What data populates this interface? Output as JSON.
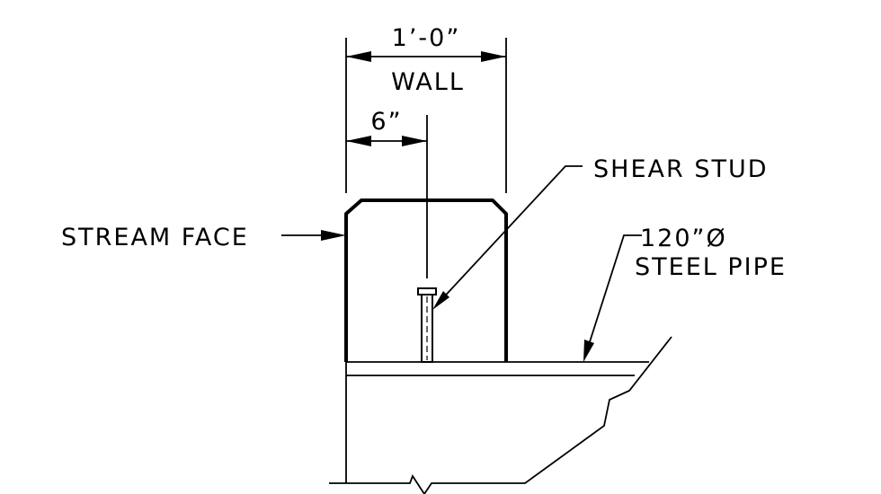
{
  "labels": {
    "wall_width": "1’-0”",
    "wall": "WALL",
    "stud_offset": "6”",
    "shear_stud": "SHEAR STUD",
    "stream_face": "STREAM FACE",
    "pipe_size": "120”Ø",
    "pipe_material": "STEEL PIPE"
  }
}
